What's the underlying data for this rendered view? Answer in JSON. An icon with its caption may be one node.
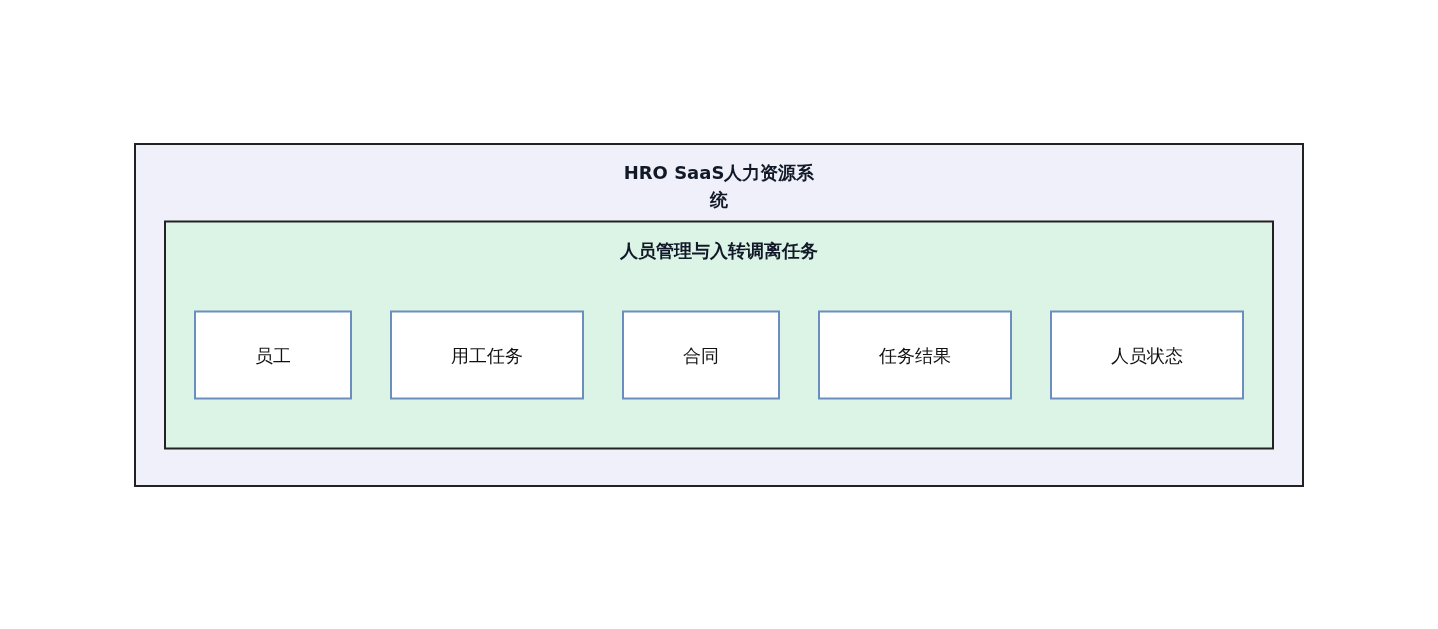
{
  "diagram": {
    "nodes": [
      {
        "text": [
          "HRO SaaS人力资源系统"
        ]
      },
      {
        "text": [
          "人员管理与入转调离任务"
        ],
        "in": 0
      },
      {
        "text": [
          "员工"
        ],
        "in": 1
      },
      {
        "text": [
          "用工任务"
        ],
        "in": 1
      },
      {
        "text": [
          "合同"
        ],
        "in": 1
      },
      {
        "text": [
          "任务结果"
        ],
        "in": 1
      },
      {
        "text": [
          "人员状态"
        ],
        "in": 1
      }
    ]
  }
}
